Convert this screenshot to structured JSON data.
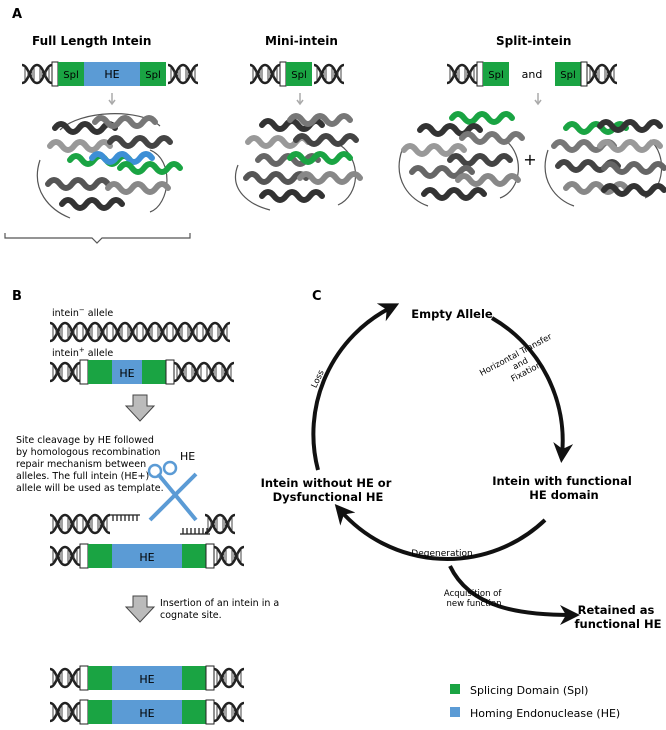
{
  "colors": {
    "splicing": "#1aa443",
    "homing": "#5b9bd5",
    "dna": "#222222",
    "arrow_grey": "#b0b0b0"
  },
  "panelA": {
    "label": "A",
    "full": {
      "title": "Full Length Intein",
      "left": "Spl",
      "mid": "HE",
      "right": "Spl"
    },
    "mini": {
      "title": "Mini-intein",
      "mid": "Spl"
    },
    "split": {
      "title": "Split-intein",
      "left": "Spl",
      "and": "and",
      "right": "Spl",
      "plus": "+"
    }
  },
  "panelB": {
    "label": "B",
    "allele_minus": {
      "prefix": "intein",
      "sup": "−",
      "suffix": " allele"
    },
    "allele_plus": {
      "prefix": "intein",
      "sup": "+",
      "suffix": " allele"
    },
    "he": "HE",
    "cleavage_lines": [
      "Site cleavage by HE followed",
      "by homologous recombination",
      "repair mechanism between",
      "alleles. The full intein (HE+)",
      "allele will be used as template."
    ],
    "scissor_label": "HE",
    "insertion_lines": [
      "Insertion of an intein in a",
      "cognate site."
    ]
  },
  "panelC": {
    "label": "C",
    "empty": "Empty Allele",
    "functional": [
      "Intein with functional",
      "HE domain"
    ],
    "without": [
      "Intein without HE or",
      "Dysfunctional HE"
    ],
    "retained": [
      "Retained as",
      "functional HE"
    ],
    "horizontal": [
      "Horizontal Transfer",
      "and",
      "Fixation"
    ],
    "loss": "Loss",
    "degeneration": "Degeneration",
    "acquisition": [
      "Acquisition of",
      "new function"
    ]
  },
  "legend": {
    "splicing": "Splicing Domain (Spl)",
    "homing": "Homing Endonuclease (HE)"
  }
}
